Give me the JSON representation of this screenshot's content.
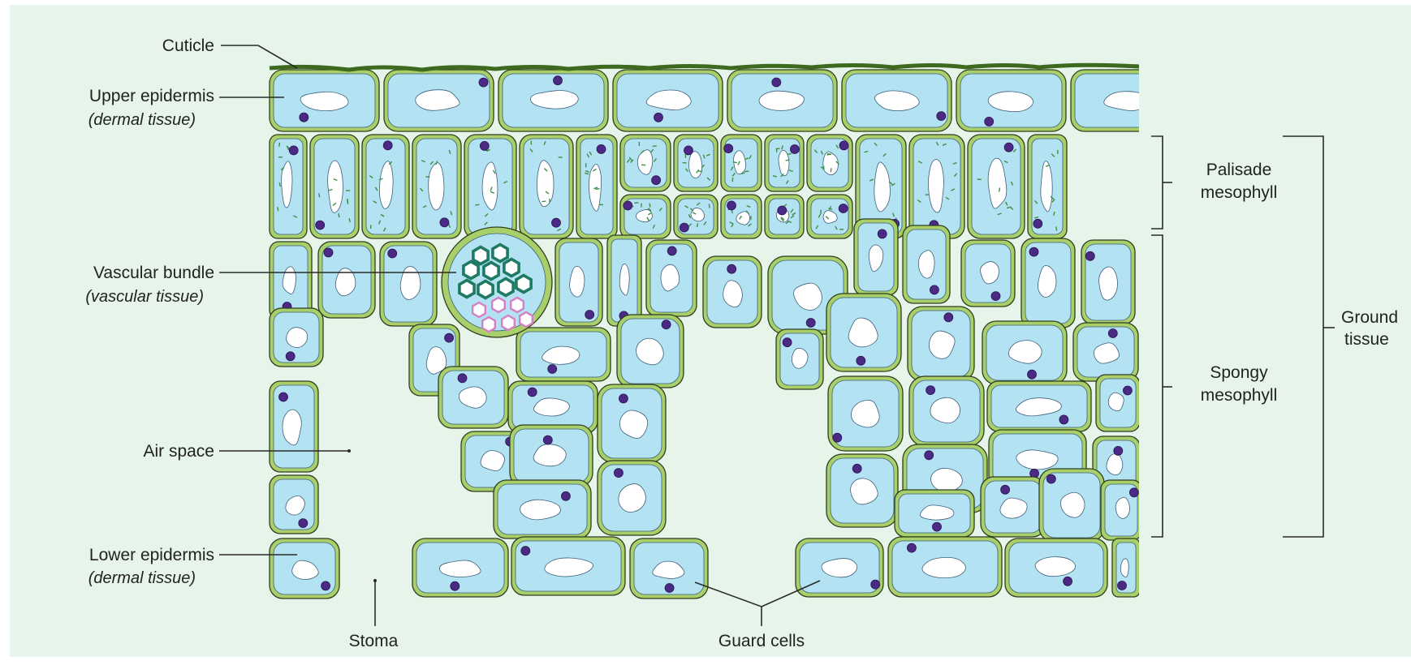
{
  "labels": {
    "cuticle": "Cuticle",
    "upper_epidermis": "Upper epidermis",
    "upper_epidermis_sub": "(dermal tissue)",
    "vascular_bundle": "Vascular bundle",
    "vascular_bundle_sub": "(vascular tissue)",
    "air_space": "Air space",
    "lower_epidermis": "Lower epidermis",
    "lower_epidermis_sub": "(dermal tissue)",
    "stoma": "Stoma",
    "guard_cells": "Guard cells",
    "palisade_line1": "Palisade",
    "palisade_line2": "mesophyll",
    "spongy_line1": "Spongy",
    "spongy_line2": "mesophyll",
    "ground_line1": "Ground",
    "ground_line2": "tissue"
  },
  "colors": {
    "background": "#e6f4ea",
    "cell_wall": "#a9cf6a",
    "cytoplasm": "#b3e2f2",
    "vacuole": "#ffffff",
    "nucleus": "#4b2a86",
    "chloroplast": "#3f8f46",
    "xylem": "#1f7a63",
    "phloem": "#d77fc4",
    "cuticle": "#3d6a1f"
  },
  "icons": {
    "leaf_cross_section": "leaf-cross-section-illustration"
  }
}
